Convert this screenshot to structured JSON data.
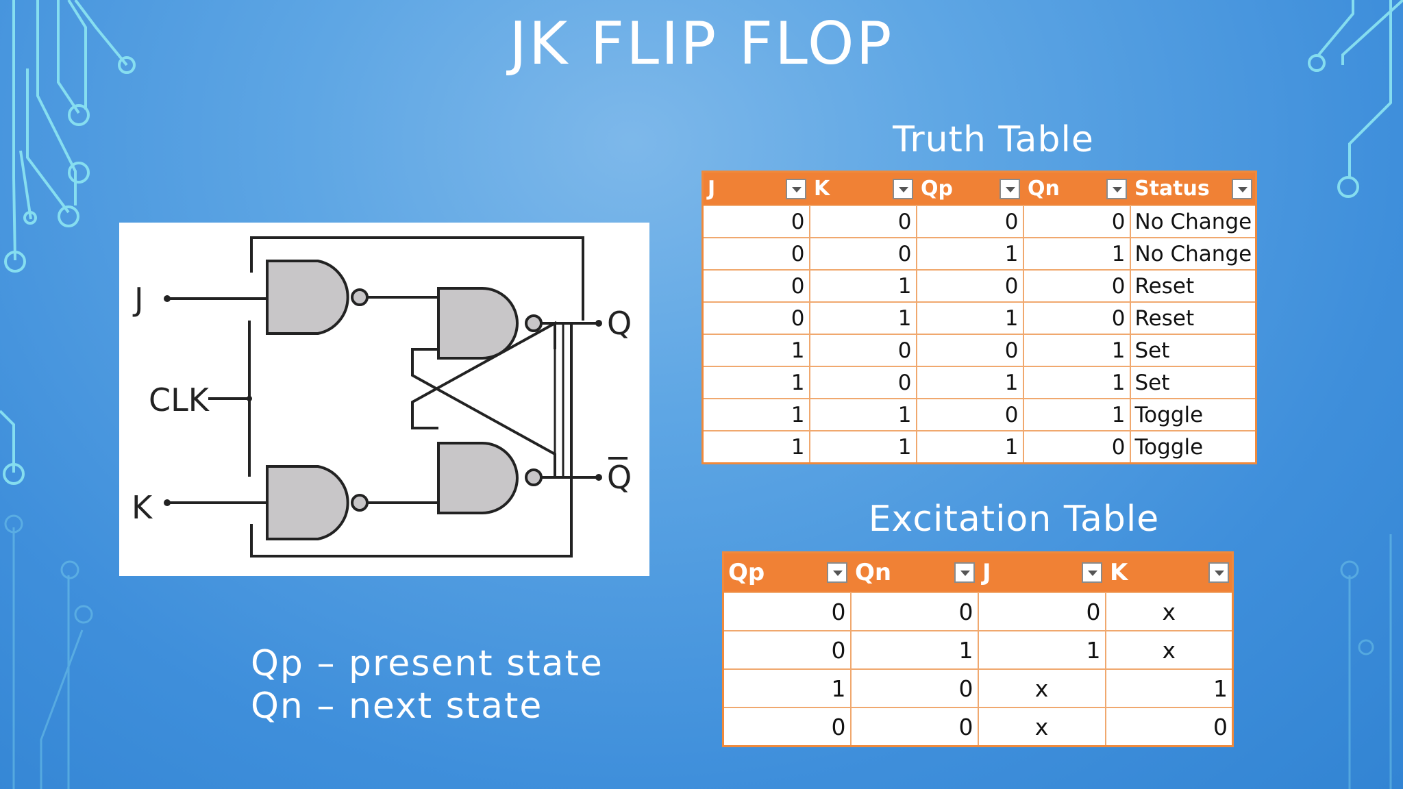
{
  "slide": {
    "title": "JK FLIP FLOP",
    "truth_title": "Truth Table",
    "excitation_title": "Excitation Table",
    "notes": [
      "Qp – present state",
      "Qn – next state"
    ]
  },
  "circuit": {
    "label_j": "J",
    "label_clk": "CLK",
    "label_k": "K",
    "label_q": "Q",
    "label_qbar": "Q"
  },
  "truth_table": {
    "headers": [
      "J",
      "K",
      "Qp",
      "Qn",
      "Status"
    ],
    "rows": [
      [
        "0",
        "0",
        "0",
        "0",
        "No Change"
      ],
      [
        "0",
        "0",
        "1",
        "1",
        "No Change"
      ],
      [
        "0",
        "1",
        "0",
        "0",
        "Reset"
      ],
      [
        "0",
        "1",
        "1",
        "0",
        "Reset"
      ],
      [
        "1",
        "0",
        "0",
        "1",
        "Set"
      ],
      [
        "1",
        "0",
        "1",
        "1",
        "Set"
      ],
      [
        "1",
        "1",
        "0",
        "1",
        "Toggle"
      ],
      [
        "1",
        "1",
        "1",
        "0",
        "Toggle"
      ]
    ]
  },
  "excitation_table": {
    "headers": [
      "Qp",
      "Qn",
      "J",
      "K"
    ],
    "rows": [
      [
        "0",
        "0",
        "0",
        "x"
      ],
      [
        "0",
        "1",
        "1",
        "x"
      ],
      [
        "1",
        "0",
        "x",
        "1"
      ],
      [
        "0",
        "0",
        "x",
        "0"
      ]
    ]
  },
  "colors": {
    "header_orange": "#f08135",
    "grid_orange": "#f0a86e",
    "gate_fill": "#c8c6c8",
    "circuit_trace": "#8de6f2"
  }
}
